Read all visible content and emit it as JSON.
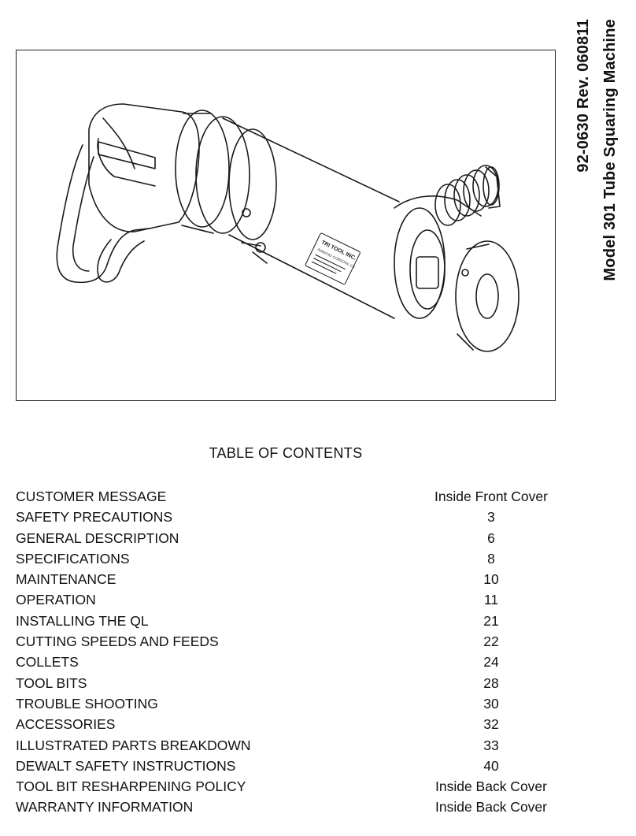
{
  "side_title": {
    "line1": "92-0630  Rev. 060811",
    "line2": "Model 301 Tube Squaring Machine"
  },
  "figure": {
    "label_line1": "TRI TOOL INC.",
    "label_line2": "RANCHO CORDOVA, CA"
  },
  "toc": {
    "heading": "TABLE OF CONTENTS",
    "entries": [
      {
        "title": "CUSTOMER MESSAGE",
        "page": "Inside Front Cover"
      },
      {
        "title": "SAFETY PRECAUTIONS",
        "page": "3"
      },
      {
        "title": "GENERAL DESCRIPTION",
        "page": "6"
      },
      {
        "title": "SPECIFICATIONS",
        "page": "8"
      },
      {
        "title": "MAINTENANCE",
        "page": "10"
      },
      {
        "title": "OPERATION",
        "page": "11"
      },
      {
        "title": "INSTALLING THE QL",
        "page": "21"
      },
      {
        "title": "CUTTING SPEEDS AND FEEDS",
        "page": "22"
      },
      {
        "title": "COLLETS",
        "page": "24"
      },
      {
        "title": "TOOL BITS",
        "page": "28"
      },
      {
        "title": "TROUBLE SHOOTING",
        "page": "30"
      },
      {
        "title": "ACCESSORIES",
        "page": "32"
      },
      {
        "title": "ILLUSTRATED PARTS BREAKDOWN",
        "page": "33"
      },
      {
        "title": "DEWALT SAFETY INSTRUCTIONS",
        "page": "40"
      },
      {
        "title": "TOOL BIT RESHARPENING POLICY",
        "page": "Inside Back Cover"
      },
      {
        "title": "WARRANTY INFORMATION",
        "page": "Inside Back Cover"
      }
    ]
  }
}
